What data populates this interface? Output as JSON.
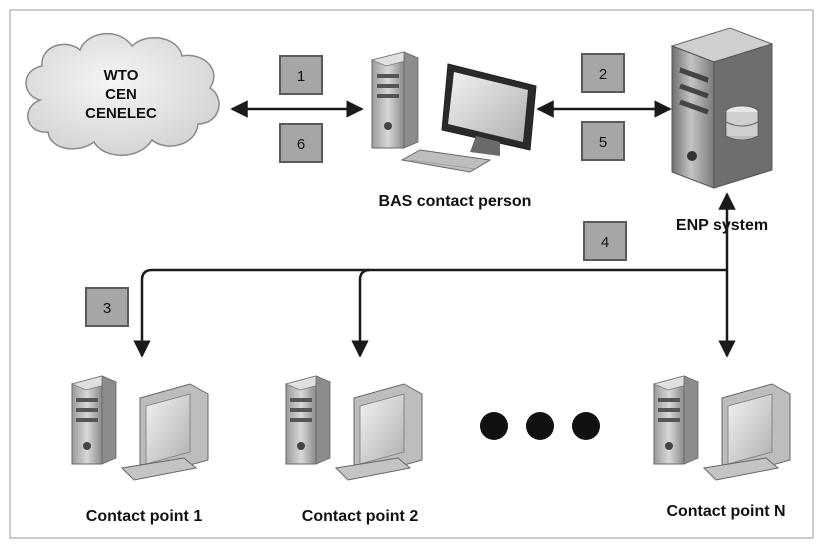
{
  "cloud": {
    "lines": [
      "WTO",
      "CEN",
      "CENELEC"
    ]
  },
  "nodes": {
    "bas": {
      "label": "BAS contact person"
    },
    "enp": {
      "label": "ENP system"
    },
    "cp1": {
      "label": "Contact point 1"
    },
    "cp2": {
      "label": "Contact point 2"
    },
    "cpn": {
      "label": "Contact point N"
    }
  },
  "steps": [
    "1",
    "2",
    "3",
    "4",
    "5",
    "6"
  ],
  "colors": {
    "frame": "#aaaaaa",
    "step_fill": "#a6a6a6",
    "step_border": "#5a5a5a",
    "line": "#1a1a1a",
    "dots": "#111111",
    "cloud_fill": "#e4e4e4",
    "cloud_stroke": "#8a8a8a"
  },
  "ellipsis_dots": 3
}
